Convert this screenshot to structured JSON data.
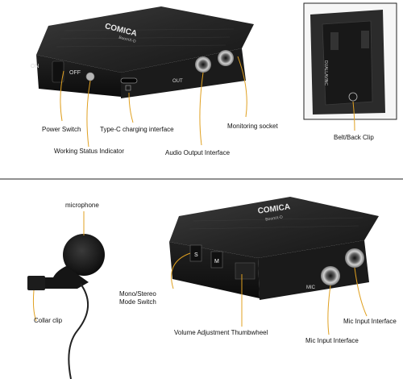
{
  "device_top": {
    "brand": "COMICA",
    "model": "BoomX-D",
    "switch_on": "ON",
    "switch_off": "OFF",
    "port_out": "OUT",
    "clip_text": "DUALLAVINC",
    "labels": {
      "power_switch": "Power Switch",
      "type_c": "Type-C charging interface",
      "monitoring": "Monitoring socket",
      "status_indicator": "Working Status Indicator",
      "audio_output": "Audio Output Interface",
      "belt_clip": "Belt/Back Clip"
    }
  },
  "device_bottom": {
    "brand": "COMICA",
    "model": "BoomX-D",
    "switch_s": "S",
    "switch_m": "M",
    "port_mic": "MIC",
    "labels": {
      "microphone": "microphone",
      "mono_stereo": "Mono/Stereo Mode Switch",
      "collar_clip": "Collar clip",
      "mic_input_right": "Mic Input Interface",
      "volume_wheel": "Volume Adjustment Thumbwheel",
      "mic_input_bottom": "Mic Input Interface"
    }
  },
  "colors": {
    "leader_line": "#e0a020",
    "divider": "#222222",
    "device_body": "#2a2a2a"
  }
}
